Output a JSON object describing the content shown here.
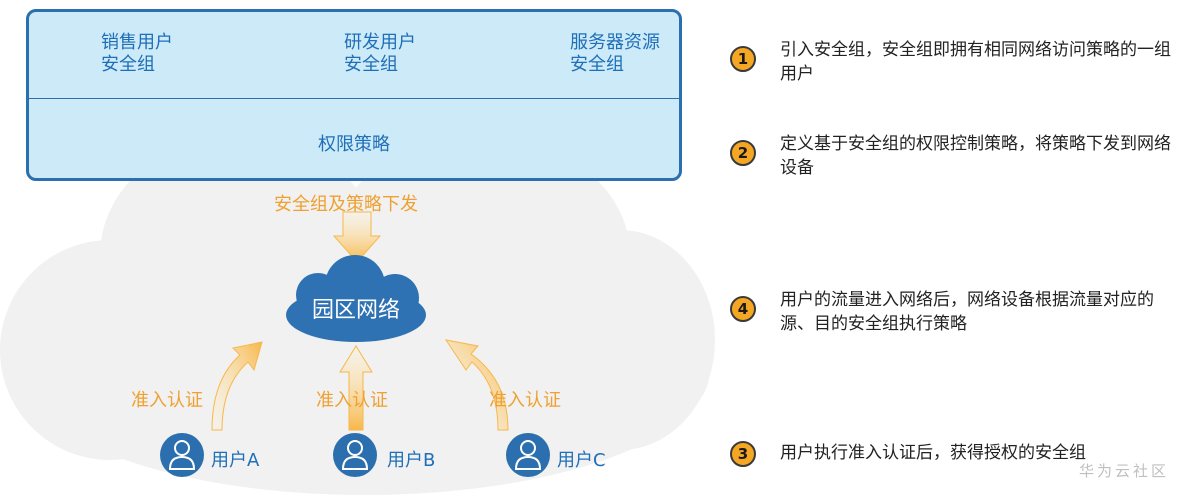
{
  "groups": [
    {
      "line1": "销售用户",
      "line2": "安全组"
    },
    {
      "line1": "研发用户",
      "line2": "安全组"
    },
    {
      "line1": "服务器资源",
      "line2": "安全组"
    }
  ],
  "policy": "权限策略",
  "deliver": "安全组及策略下发",
  "campus": "园区网络",
  "auth_label": "准入认证",
  "users": [
    "用户A",
    "用户B",
    "用户C"
  ],
  "steps": [
    {
      "num": "1",
      "text": "引入安全组，安全组即拥有相同网络访问策略的一组用户"
    },
    {
      "num": "2",
      "text": "定义基于安全组的权限控制策略，将策略下发到网络设备"
    },
    {
      "num": "4",
      "text": "用户的流量进入网络后，网络设备根据流量对应的源、目的安全组执行策略"
    },
    {
      "num": "3",
      "text": "用户执行准入认证后，获得授权的安全组"
    }
  ],
  "watermark": "华为云社区",
  "colors": {
    "accent_blue": "#2b6fae",
    "panel_fill": "#cdeaf8",
    "orange": "#f5a623",
    "cloud_gray": "#f1f1f1"
  },
  "icons": {
    "user": "user-icon",
    "cloud": "cloud-icon",
    "arrow": "arrow-icon"
  }
}
